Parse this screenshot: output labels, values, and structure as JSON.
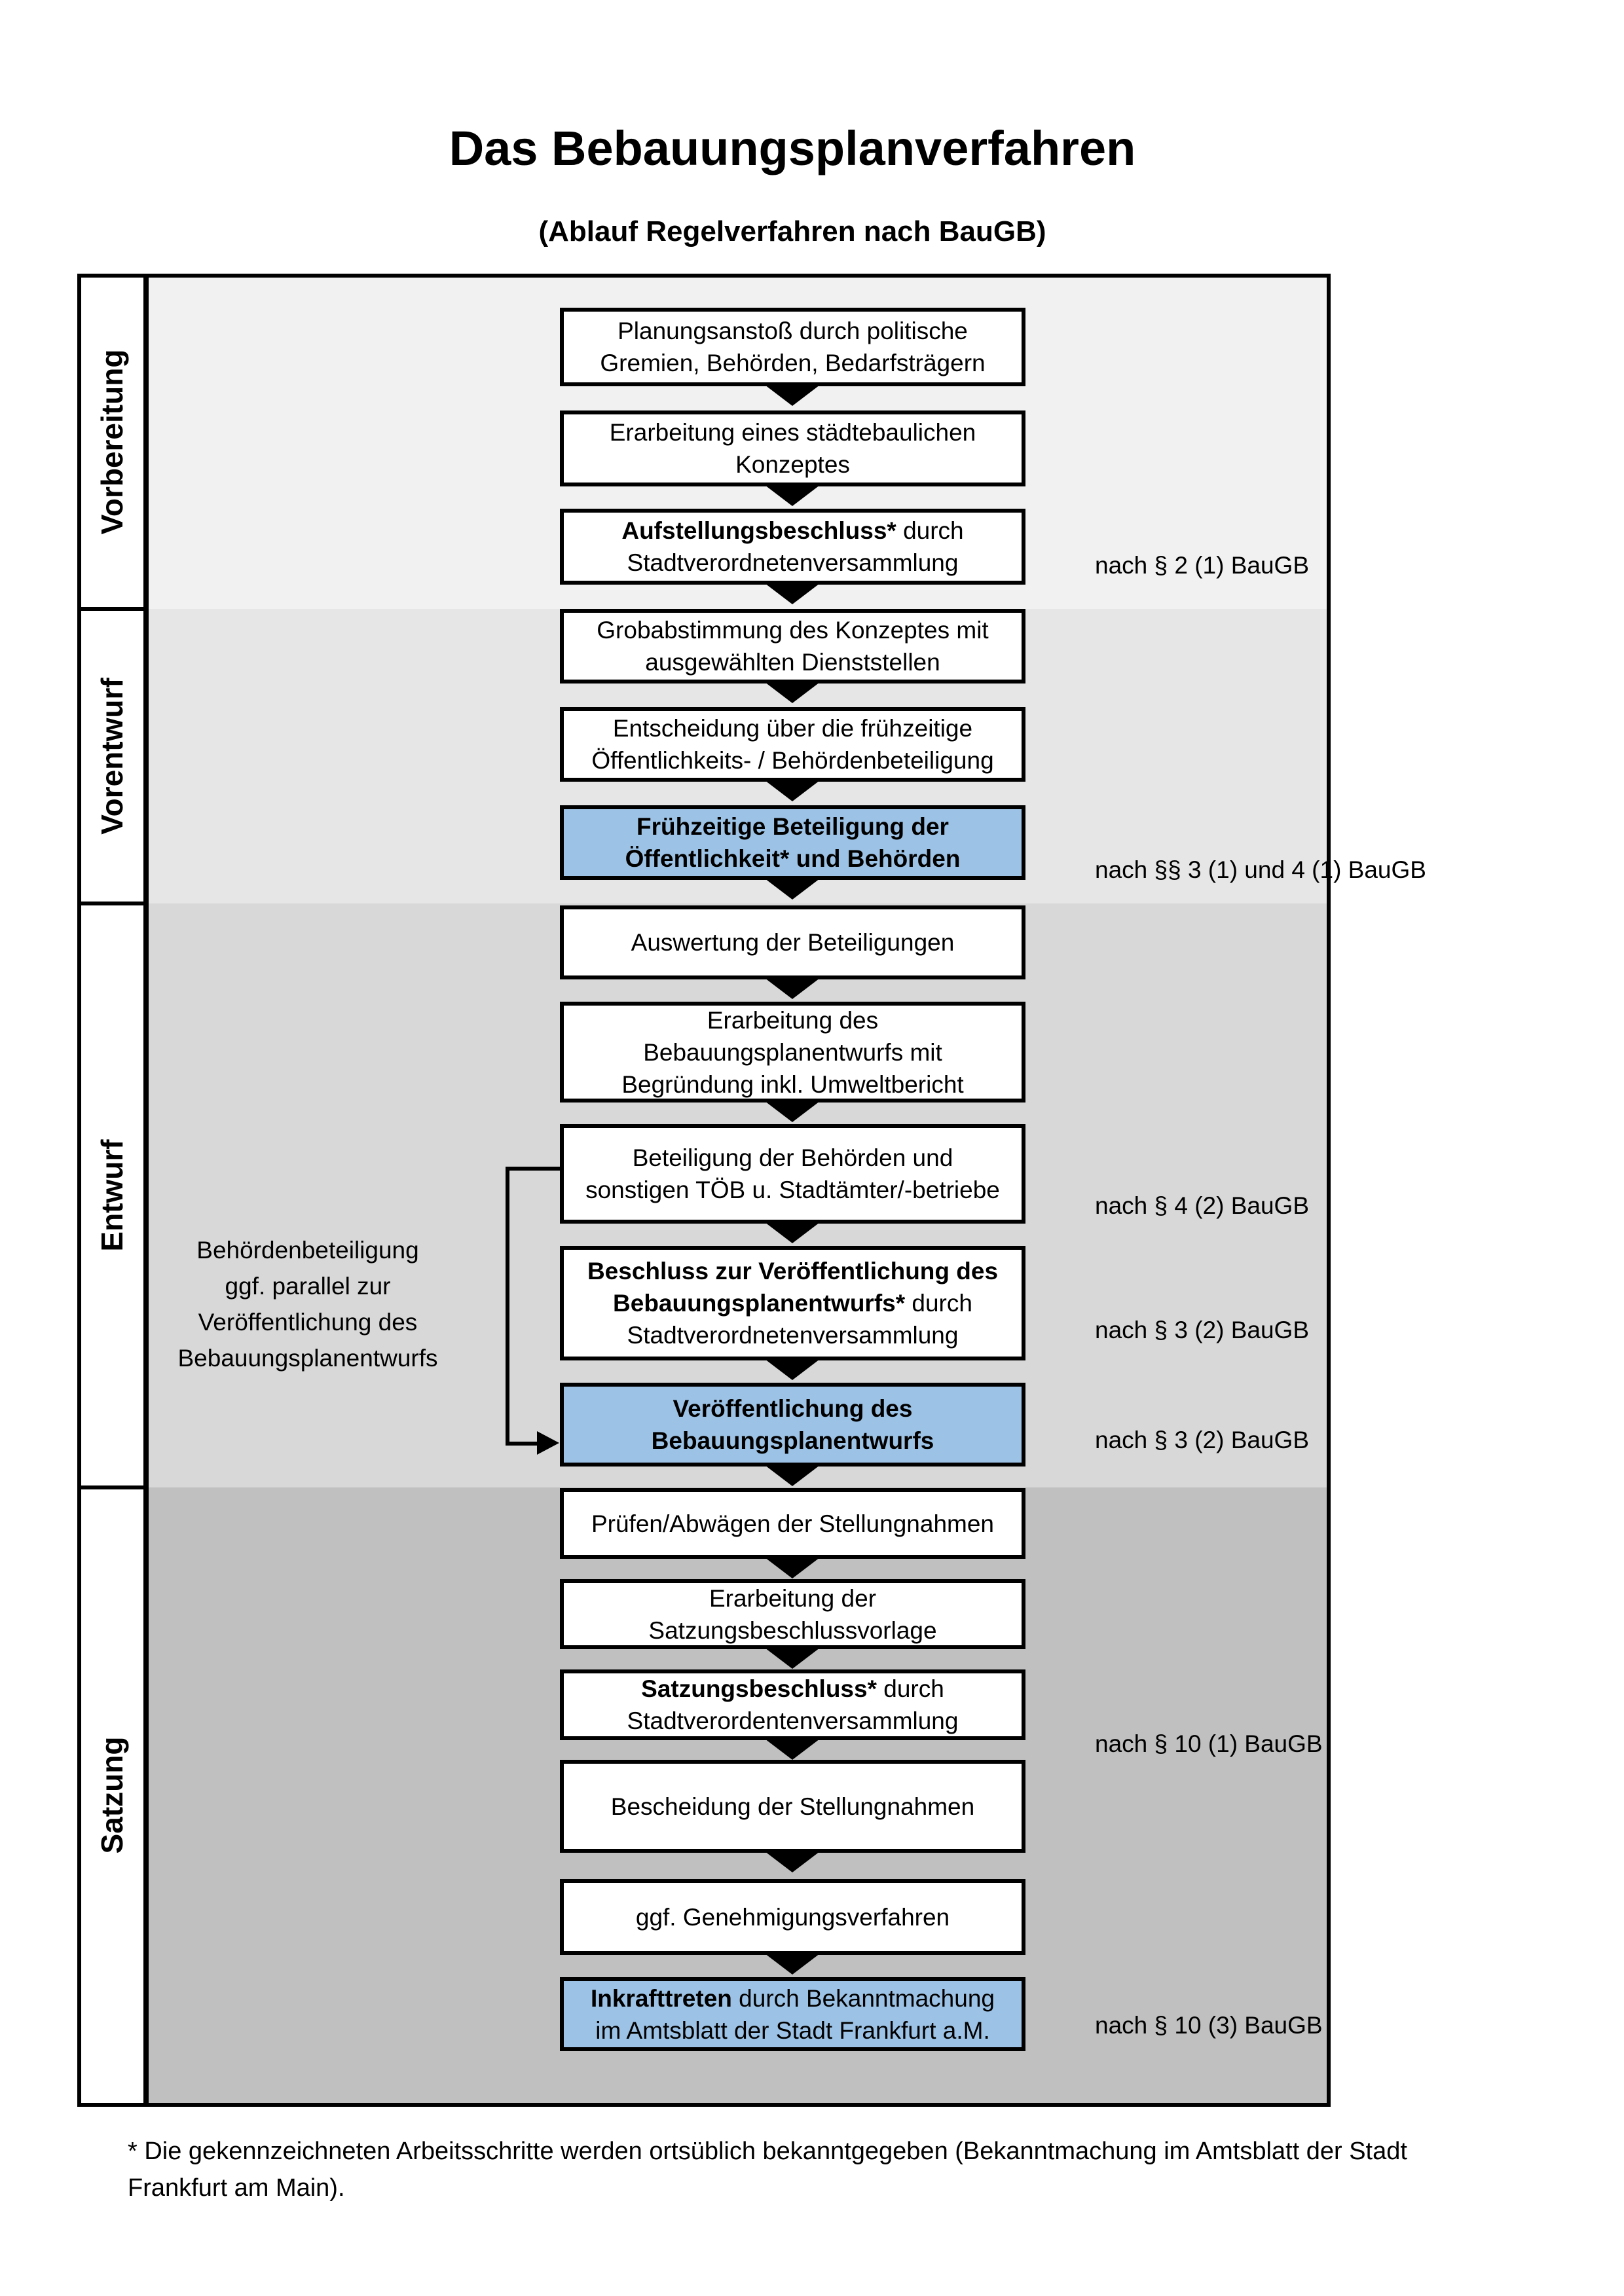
{
  "title": "Das Bebauungsplanverfahren",
  "subtitle": "(Ablauf Regelverfahren nach BauGB)",
  "colors": {
    "highlight_blue": "#9cc2e5",
    "section_vorbereitung_bg": "#f1f1f1",
    "section_vorentwurf_bg": "#e6e6e6",
    "section_entwurf_bg": "#d8d8d8",
    "section_satzung_bg": "#c0c0c0",
    "line_black": "#000000"
  },
  "sections": [
    {
      "label": "Vorbereitung"
    },
    {
      "label": "Vorentwurf"
    },
    {
      "label": "Entwurf"
    },
    {
      "label": "Satzung"
    }
  ],
  "boxes": [
    {
      "html": "Planungsanstoß durch politische<br>Gremien, Behörden, Bedarfsträgern",
      "highlight": false
    },
    {
      "html": "Erarbeitung eines städtebaulichen<br>Konzeptes",
      "highlight": false
    },
    {
      "html": "<b>Aufstellungsbeschluss*</b> durch<br>Stadtverordnetenversammlung",
      "highlight": false
    },
    {
      "html": "Grobabstimmung des Konzeptes mit<br>ausgewählten Dienststellen",
      "highlight": false
    },
    {
      "html": "Entscheidung über die frühzeitige<br>Öffentlichkeits- / Behördenbeteiligung",
      "highlight": false
    },
    {
      "html": "<b>Frühzeitige Beteiligung der<br>Öffentlichkeit* und Behörden</b>",
      "highlight": true
    },
    {
      "html": "Auswertung der Beteiligungen",
      "highlight": false
    },
    {
      "html": "Erarbeitung des<br>Bebauungsplanentwurfs mit<br>Begründung inkl. Umweltbericht",
      "highlight": false
    },
    {
      "html": "Beteiligung der Behörden und<br>sonstigen TÖB u. Stadtämter/-betriebe",
      "highlight": false
    },
    {
      "html": "<b>Beschluss zur Veröffentlichung des<br>Bebauungsplanentwurfs*</b> durch<br>Stadtverordnetenversammlung",
      "highlight": false
    },
    {
      "html": "<b>Veröffentlichung des<br>Bebauungsplanentwurfs</b>",
      "highlight": true
    },
    {
      "html": "Prüfen/Abwägen der Stellungnahmen",
      "highlight": false
    },
    {
      "html": "Erarbeitung der<br>Satzungsbeschlussvorlage",
      "highlight": false
    },
    {
      "html": "<b>Satzungsbeschluss*</b> durch<br>Stadtverordentenversammlung",
      "highlight": false
    },
    {
      "html": "Bescheidung der Stellungnahmen",
      "highlight": false
    },
    {
      "html": "ggf. Genehmigungsverfahren",
      "highlight": false
    },
    {
      "html": "<b>Inkrafttreten</b> durch Bekanntmachung<br>im Amtsblatt der Stadt Frankfurt a.M.",
      "highlight": true
    }
  ],
  "annotations": [
    {
      "text": "nach § 2 (1) BauGB"
    },
    {
      "text": "nach §§ 3 (1) und 4 (1) BauGB"
    },
    {
      "text": "nach § 4 (2) BauGB"
    },
    {
      "text": "nach § 3 (2) BauGB"
    },
    {
      "text": "nach § 3 (2) BauGB"
    },
    {
      "text": "nach § 10 (1) BauGB"
    },
    {
      "text": "nach § 10 (3) BauGB"
    }
  ],
  "side_note": {
    "html": "Behördenbeteiligung<br>ggf. parallel zur<br>Veröffentlichung des<br>Bebauungsplanentwurfs"
  },
  "footnote": {
    "lines": [
      "* Die gekennzeichneten Arbeitsschritte werden ortsüblich bekanntgegeben (Bekanntmachung im Amtsblatt  der Stadt",
      "Frankfurt am Main)."
    ]
  }
}
